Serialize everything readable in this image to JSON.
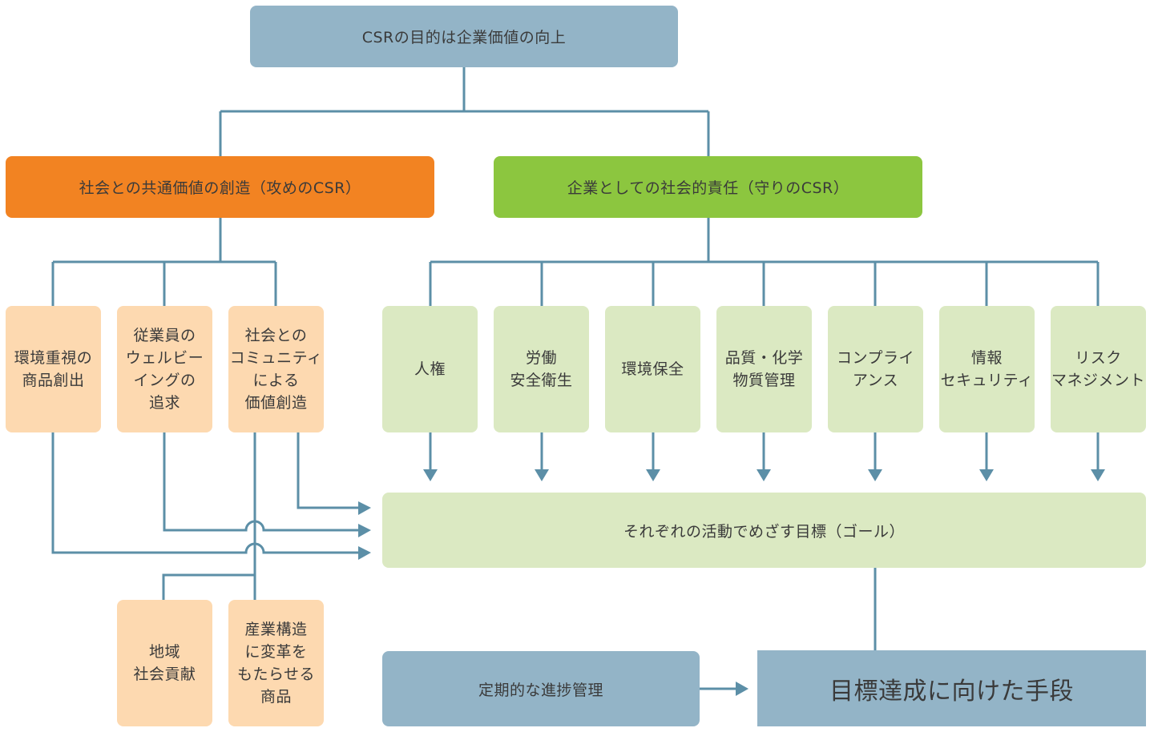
{
  "diagram": {
    "root": {
      "label": "CSRの目的は企業価値の向上"
    },
    "branches": {
      "offense": {
        "label": "社会との共通価値の創造（攻めのCSR）",
        "color": "#f28322"
      },
      "defense": {
        "label": "企業としての社会的責任（守りのCSR）",
        "color": "#8cc63f"
      }
    },
    "offense_items": [
      {
        "label": "環境重視の\n商品創出"
      },
      {
        "label": "従業員の\nウェルビー\nイングの\n追求"
      },
      {
        "label": "社会との\nコミュニティ\nによる\n価値創造"
      }
    ],
    "offense_sub_items": [
      {
        "label": "地域\n社会貢献"
      },
      {
        "label": "産業構造\nに変革を\nもたらせる\n商品"
      }
    ],
    "defense_items": [
      {
        "label": "人権"
      },
      {
        "label": "労働\n安全衛生"
      },
      {
        "label": "環境保全"
      },
      {
        "label": "品質・化学\n物質管理"
      },
      {
        "label": "コンプライ\nアンス"
      },
      {
        "label": "情報\nセキュリティ"
      },
      {
        "label": "リスク\nマネジメント"
      }
    ],
    "goal": {
      "label": "それぞれの活動でめざす目標（ゴール）"
    },
    "progress": {
      "label": "定期的な進捗管理"
    },
    "means": {
      "label": "目標達成に向けた手段"
    },
    "colors": {
      "connector": "#5c8fa7",
      "root_fill": "#93b4c7",
      "offense_item_fill": "#fdd9b0",
      "defense_item_fill": "#dbe9c2"
    }
  }
}
